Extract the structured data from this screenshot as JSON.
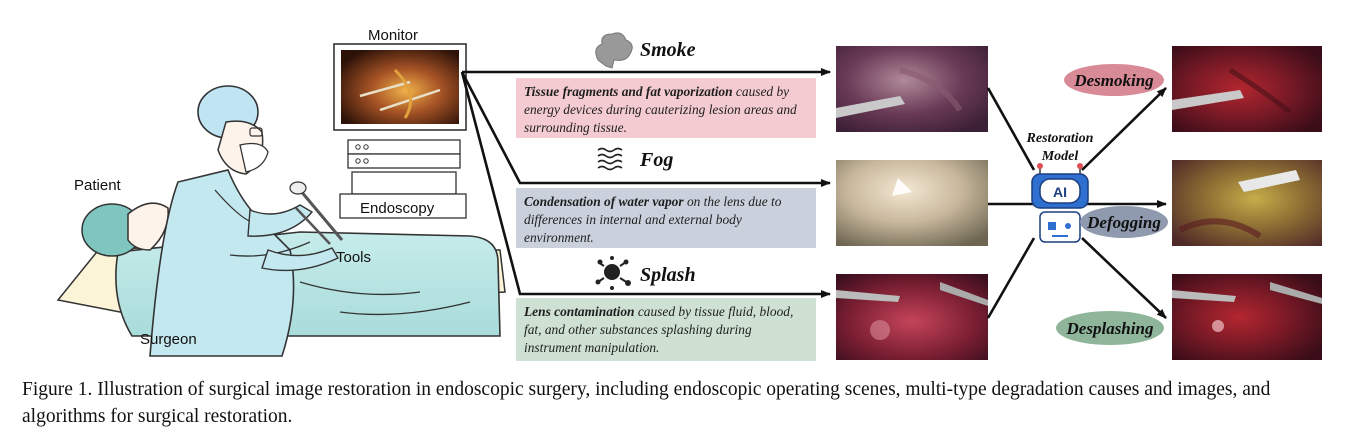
{
  "scene": {
    "monitor_label": "Monitor",
    "endoscopy_label": "Endoscopy",
    "patient_label": "Patient",
    "tools_label": "Tools",
    "surgeon_label": "Surgeon"
  },
  "degradations": [
    {
      "title": "Smoke",
      "desc_bold": "Tissue fragments and fat vaporization",
      "desc_rest": " caused by energy devices during cauterizing lesion areas and surrounding tissue.",
      "color": "#e9a0aa"
    },
    {
      "title": "Fog",
      "desc_bold": "Condensation of water vapor",
      "desc_rest": " on the lens due to differences in internal and external body environment.",
      "color": "#9eabc0"
    },
    {
      "title": "Splash",
      "desc_bold": "Lens contamination",
      "desc_rest": " caused by tissue fluid, blood, fat, and other substances splashing during instrument manipulation.",
      "color": "#a6c8ae"
    }
  ],
  "model": {
    "line1": "Restoration",
    "line2": "Model",
    "badge": "AI"
  },
  "outputs": [
    {
      "label": "Desmoking",
      "color": "#d98a97"
    },
    {
      "label": "Defogging",
      "color": "#8f9aaf"
    },
    {
      "label": "Desplashing",
      "color": "#8fb59a"
    }
  ],
  "caption": "Figure 1. Illustration of surgical image restoration in endoscopic surgery, including endoscopic operating scenes, multi-type degradation causes and images, and algorithms for surgical restoration."
}
